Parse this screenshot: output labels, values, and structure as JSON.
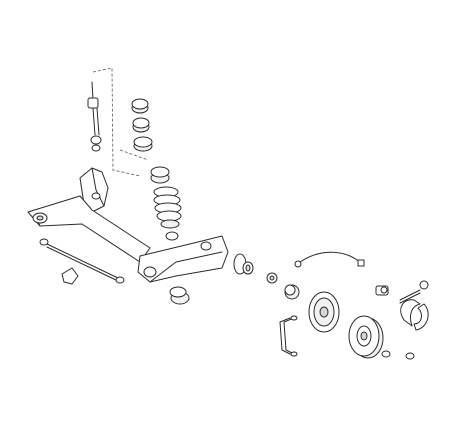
{
  "diagram": {
    "kind": "exploded parts view",
    "background": "#ffffff",
    "line_color": "#2b2b2b",
    "parts": [
      "shock-absorber-rod",
      "top-mount-bushings",
      "coil-spring",
      "spring-seat",
      "axle-beam",
      "axle-arm-right",
      "bump-stop",
      "mount-bracket",
      "wheel-hub",
      "hub-nut",
      "hub-bearing",
      "brake-cable",
      "brake-backplate",
      "brake-drum",
      "brake-shoes",
      "wheel-cylinder",
      "adjuster-strut",
      "u-bolt-bracket",
      "tie-rod"
    ]
  }
}
